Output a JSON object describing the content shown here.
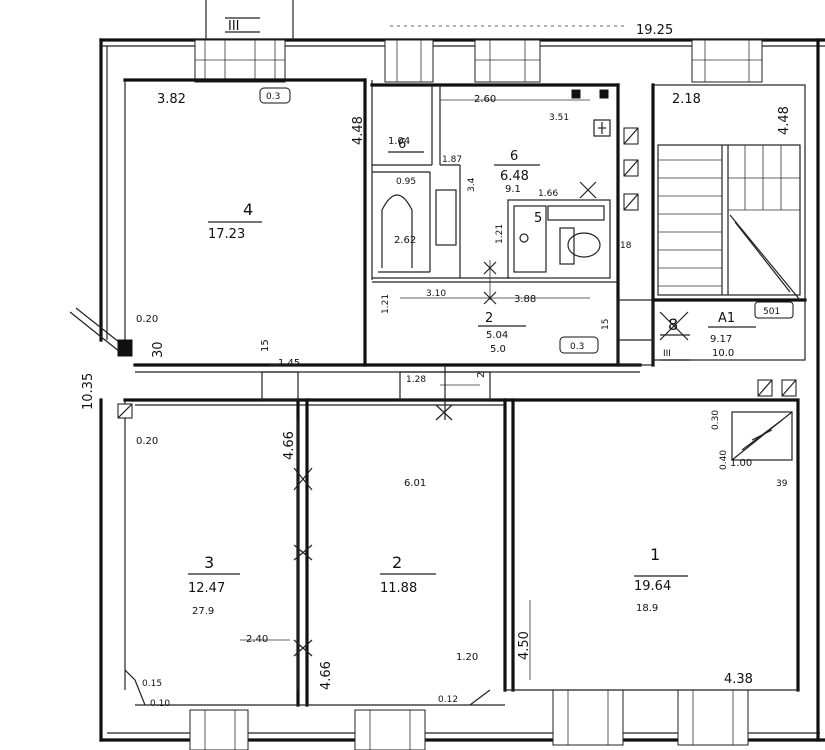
{
  "overall": {
    "width_dim": "19.25",
    "height_dim": "10.35",
    "section_marker": "III",
    "section_marker_right": "III"
  },
  "rooms": [
    {
      "id": "room-4",
      "number": "4",
      "area": "17.23"
    },
    {
      "id": "room-6-top",
      "number": "6",
      "area": "1.04"
    },
    {
      "id": "room-6",
      "number": "6",
      "area": "6.48",
      "sub": "9.1"
    },
    {
      "id": "room-5",
      "number": "5",
      "area": ""
    },
    {
      "id": "room-pantry",
      "number": "",
      "area": "2.62"
    },
    {
      "id": "room-2-corridor",
      "number": "2",
      "area": "5.04",
      "sub": "5.0"
    },
    {
      "id": "room-3",
      "number": "3",
      "area": "12.47",
      "sub": "27.9"
    },
    {
      "id": "room-2",
      "number": "2",
      "area": "11.88"
    },
    {
      "id": "room-1",
      "number": "1",
      "area": "19.64",
      "sub": "18.9"
    },
    {
      "id": "room-stair",
      "number": "8",
      "area": "9.17",
      "sub": "10.0",
      "code": "A1"
    }
  ],
  "dimensions": {
    "d_382": "3.82",
    "d_448_a": "4.48",
    "d_260": "2.60",
    "d_351": "3.51",
    "d_218": "2.18",
    "d_448_b": "4.48",
    "d_187": "1.87",
    "d_095": "0.95",
    "d_34": "3.4",
    "d_166": "1.66",
    "d_121_a": "1.21",
    "d_121_b": "1.21",
    "d_310": "3.10",
    "d_388": "3.88",
    "d_020_a": "0.20",
    "d_30": "30",
    "d_15": "15",
    "d_145": "1.45",
    "d_128": "1.28",
    "d_2": "2",
    "d_020_b": "0.20",
    "d_466_a": "4.66",
    "d_601": "6.01",
    "d_240": "2.40",
    "d_466_b": "4.66",
    "d_120": "1.20",
    "d_450": "4.50",
    "d_438": "4.38",
    "d_015": "0.15",
    "d_010": "0.10",
    "d_012": "0.12",
    "d_030": "0.30",
    "d_040": "0.40",
    "d_100": "1.00",
    "d_39": "39",
    "d_15b": "15",
    "d_18": "18"
  },
  "tags": {
    "tag_top": "0.3",
    "tag_corridor": "0.3",
    "tag_stair": "501"
  }
}
